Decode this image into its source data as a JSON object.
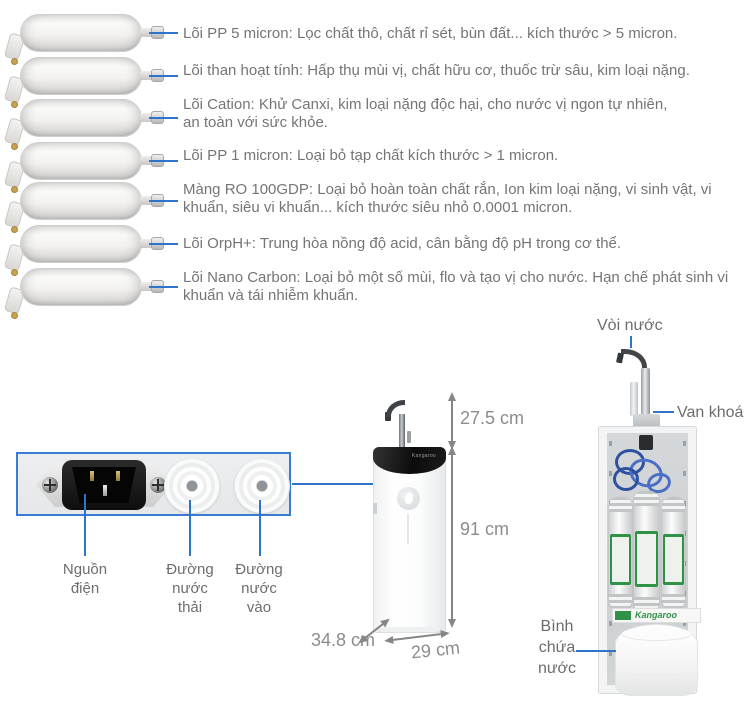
{
  "colors": {
    "accent_blue": "#2e74c8",
    "panel_border_blue": "#3a7bd5",
    "text_gray": "#757575",
    "part_label_gray": "#6d6d6d",
    "dimension_gray": "#8c8c8c",
    "brand_green": "#2f9246",
    "unit_top_black": "#0d0d0d"
  },
  "filters": [
    {
      "label": "Lõi PP 5 micron: Lọc chất thô, chất rỉ sét, bùn đất... kích thước > 5 micron."
    },
    {
      "label": "Lõi than hoạt tính: Hấp thụ mùi vị, chất hữu cơ, thuốc trừ sâu, kim loại nặng."
    },
    {
      "label": "Lõi Cation: Khử Canxi, kim loại nặng độc hại, cho nước vị ngon tự nhiên, an toàn với sức khỏe."
    },
    {
      "label": "Lõi PP 1 micron: Loại bỏ tạp chất kích thước > 1 micron."
    },
    {
      "label": "Màng RO 100GDP: Loại bỏ hoàn toàn chất rắn, Ion kim loại nặng, vi sinh vật, vi khuẩn, siêu vi khuẩn... kích thước siêu nhỏ 0.0001 micron."
    },
    {
      "label": "Lõi OrpH+: Trung hòa nồng độ acid, cân bằng độ pH trong cơ thể."
    },
    {
      "label": "Lõi Nano Carbon: Loại bỏ một số mùi, flo và tạo vị cho nước. Hạn chế phát sinh vi khuẩn và tái nhiễm khuẩn."
    }
  ],
  "rear_panel": {
    "power_label": "Nguồn điện",
    "waste_label": "Đường nước thải",
    "inlet_label": "Đường nước vào"
  },
  "dimensions": {
    "spout_height": "27.5 cm",
    "body_height": "91 cm",
    "depth": "34.8 cm",
    "width": "29 cm"
  },
  "internal_view": {
    "tap_label": "Vòi nước",
    "valve_label": "Van khoá",
    "tank_label": "Bình chứa nước",
    "brand": "Kangaroo"
  }
}
